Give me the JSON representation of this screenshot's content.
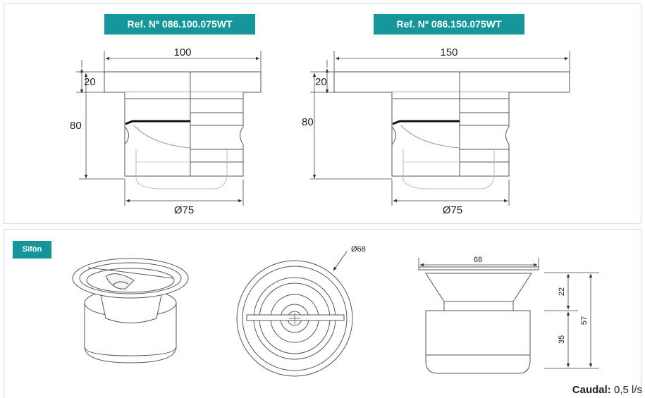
{
  "refs": {
    "left": "Ref.  Nº 086.100.075WT",
    "right": "Ref.  Nº 086.150.075WT"
  },
  "drawing_left": {
    "width": "100",
    "flange": "20",
    "height": "80",
    "diameter": "Ø75"
  },
  "drawing_right": {
    "width": "150",
    "flange": "20",
    "height": "80",
    "diameter": "Ø75"
  },
  "section_label": "Sifón",
  "siphon": {
    "diameter": "Ø68",
    "width": "68",
    "dim_top": "22",
    "dim_bottom": "35",
    "dim_total": "57"
  },
  "caudal": {
    "label": "Caudal:",
    "value": " 0,5 l/s"
  }
}
